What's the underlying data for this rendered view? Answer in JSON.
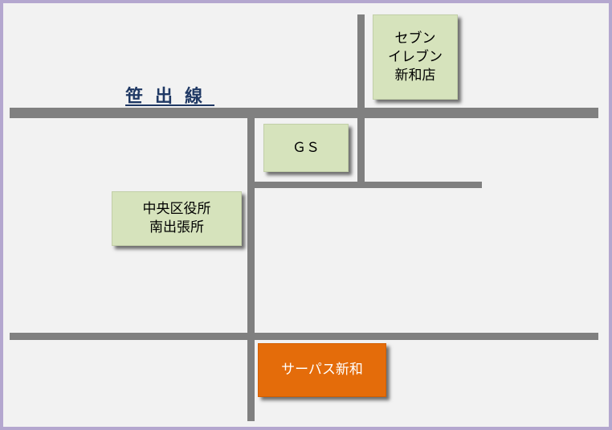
{
  "colors": {
    "frame_border": "#b4a7cf",
    "map_background": "#f2f2f2",
    "road": "#808080",
    "landmark_fill": "#d6e3bc",
    "highlight_fill": "#e46c0a",
    "road_label": "#1f3864"
  },
  "road_label": "笹出線",
  "landmarks": {
    "seven_eleven": [
      "セブン",
      "イレブン",
      "新和店"
    ],
    "gas_station": "ＧＳ",
    "ward_office": [
      "中央区役所",
      "南出張所"
    ],
    "destination": "サーパス新和"
  }
}
